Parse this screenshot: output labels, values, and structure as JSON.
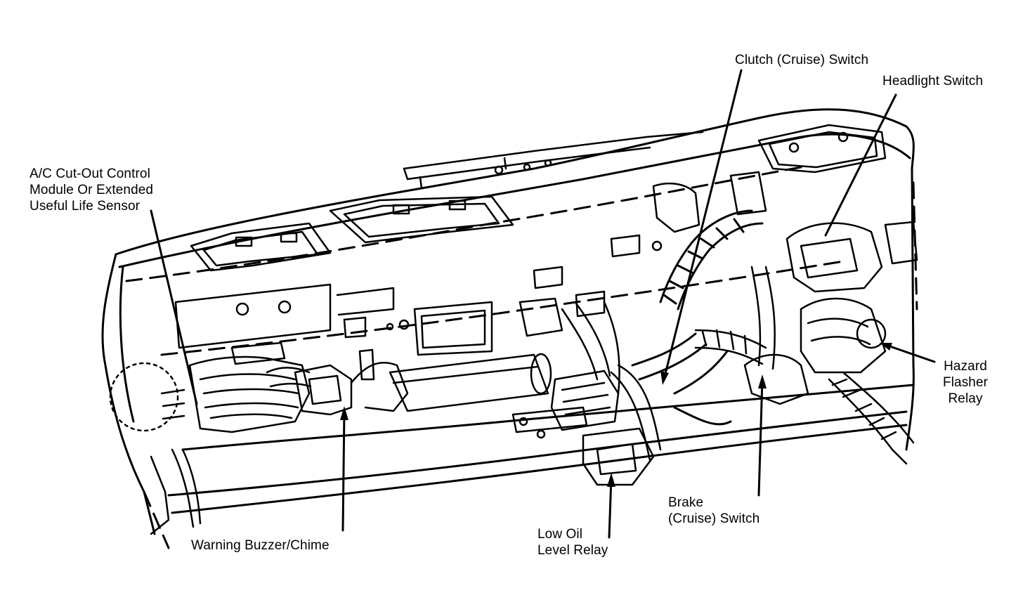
{
  "colors": {
    "ink": "#000000",
    "paper": "#ffffff"
  },
  "labels": {
    "ac_module": [
      "A/C Cut-Out Control",
      "Module Or Extended",
      "Useful Life Sensor"
    ],
    "warning_buzzer": [
      "Warning Buzzer/Chime"
    ],
    "low_oil_relay": [
      "Low Oil",
      "Level Relay"
    ],
    "brake_switch": [
      "Brake",
      "(Cruise) Switch"
    ],
    "clutch_switch": [
      "Clutch (Cruise) Switch"
    ],
    "headlight_switch": [
      "Headlight Switch"
    ],
    "hazard_relay": [
      "Hazard",
      "Flasher",
      "Relay"
    ]
  }
}
